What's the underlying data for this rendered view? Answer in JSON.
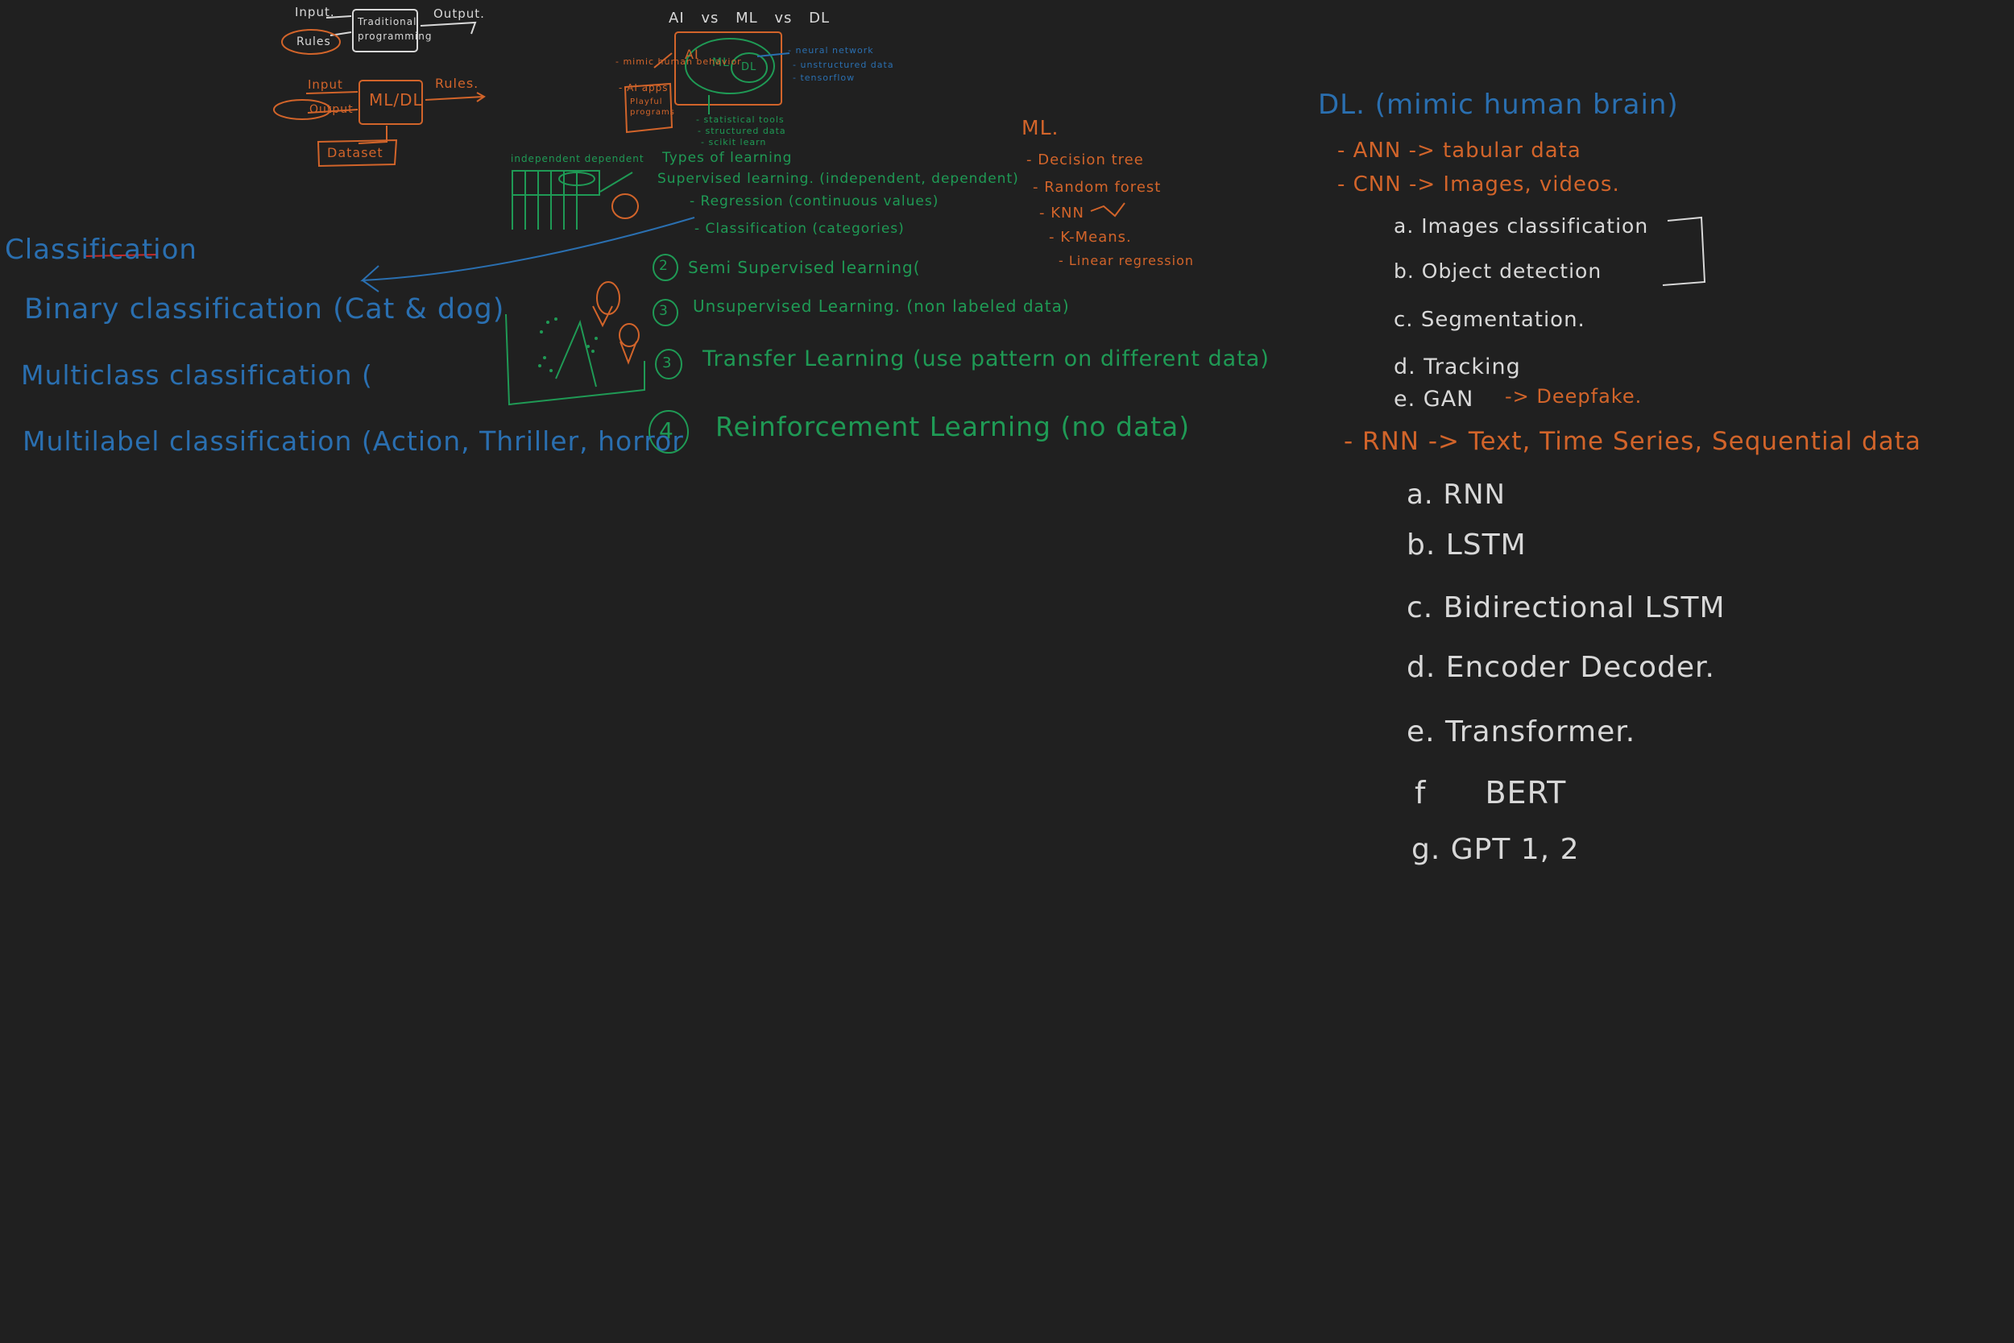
{
  "colors": {
    "background": "#202020",
    "white": "#d8d8d8",
    "orange": "#d2642a",
    "green": "#1f9a55",
    "blue": "#2a6fb0"
  },
  "traditional": {
    "input": "Input.",
    "rules": "Rules",
    "box": "Traditional programming",
    "output": "Output."
  },
  "mldl": {
    "input": "Input",
    "output": "Output",
    "box": "ML/DL",
    "rules": "Rules.",
    "dataset": "Dataset"
  },
  "venn": {
    "title": "AI vs ML vs DL",
    "ai": "AI",
    "ml": "ML",
    "dl": "DL",
    "ai_notes": [
      "- mimic human behavior",
      "- AI apps"
    ],
    "ai_box": "Playful programs",
    "dl_notes": [
      "- neural network",
      "- unstructured data",
      "- tensorflow"
    ],
    "ml_notes": [
      "- statistical tools",
      "- structured data",
      "- scikit learn"
    ]
  },
  "table_sketch": {
    "label": "independent dependent"
  },
  "types": {
    "title": "Types of learning",
    "supervised": "Supervised learning. (independent, dependent)",
    "regression": "- Regression (continuous values)",
    "classification": "- Classification (categories)",
    "semi": "Semi Supervised learning(",
    "unsupervised": "Unsupervised Learning. (non labeled data)",
    "transfer": "Transfer Learning (use pattern on different data)",
    "reinforcement": "Reinforcement Learning (no data)",
    "num2": "2",
    "num3": "3",
    "num4": "4"
  },
  "ml_list": {
    "title": "ML.",
    "items": [
      "- Decision tree",
      "- Random forest",
      "- KNN",
      "- K-Means.",
      "- Linear regression"
    ]
  },
  "classification": {
    "title": "Classification",
    "binary": "Binary classification (Cat & dog)",
    "multiclass": "Multiclass classification (",
    "multilabel": "Multilabel classification (Action, Thriller, horror"
  },
  "dl": {
    "title": "DL. (mimic human brain)",
    "ann": "- ANN -> tabular data",
    "cnn": "- CNN -> Images, videos.",
    "cnn_items": [
      "a. Images classification",
      "b. Object detection",
      "c. Segmentation.",
      "d. Tracking"
    ],
    "gan": "e. GAN",
    "gan_arrow": "-> Deepfake.",
    "rnn": "- RNN -> Text, Time Series, Sequential data",
    "rnn_items": [
      "a. RNN",
      "b. LSTM",
      "c. Bidirectional LSTM",
      "d. Encoder Decoder.",
      "e. Transformer.",
      "f BERT",
      "g. GPT 1, 2"
    ]
  }
}
